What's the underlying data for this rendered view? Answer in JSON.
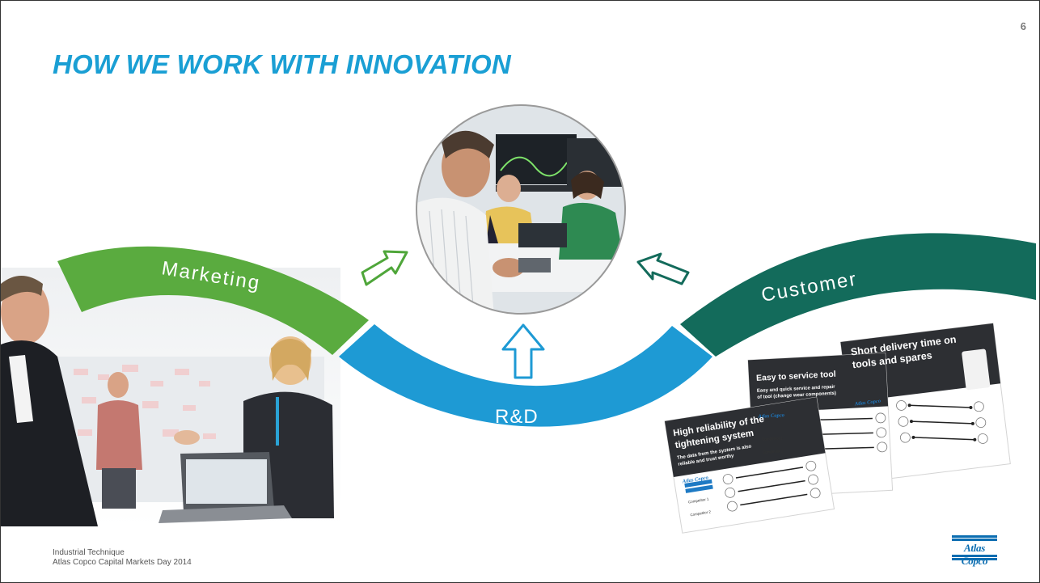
{
  "slide": {
    "page_number": "6",
    "title": "HOW WE WORK WITH INNOVATION",
    "footer_line1": "Industrial Technique",
    "footer_line2": "Atlas Copco Capital Markets Day 2014",
    "logo_text": "Atlas Copco"
  },
  "wave": {
    "marketing": "Marketing",
    "rnd": "R&D",
    "customer": "Customer"
  },
  "cards": {
    "card1_title_line1": "High reliability of the",
    "card1_title_line2": "tightening system",
    "card1_sub_line1": "The data from the system is also",
    "card1_sub_line2": "reliable and trust worthy",
    "card2_title": "Easy to service tool",
    "card2_sub_line1": "Easy and quick service and repair",
    "card2_sub_line2": "of tool (change wear components)",
    "card3_title_line1": "Short delivery time on",
    "card3_title_line2": "tools and spares",
    "competitor1": "Competitor 1",
    "competitor2": "Competitor 2",
    "card_logo": "Atlas Copco"
  },
  "colors": {
    "title_blue": "#1a9fd4",
    "marketing_green": "#5aab3f",
    "rnd_blue": "#1e9ad4",
    "customer_teal": "#136b5b",
    "arrow_green": "#4fa63a",
    "arrow_blue": "#1e9ad4",
    "arrow_teal": "#136b5b",
    "logo_blue": "#0b6db1"
  }
}
